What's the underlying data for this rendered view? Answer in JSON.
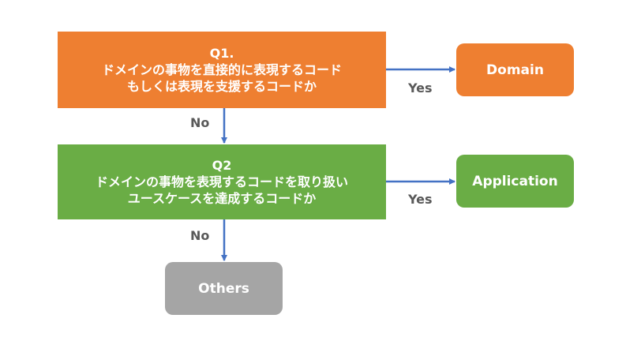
{
  "q1": {
    "title": "Q1.",
    "line1": "ドメインの事物を直接的に表現するコード",
    "line2": "もしくは表現を支援するコードか"
  },
  "q2": {
    "title": "Q2",
    "line1": "ドメインの事物を表現するコードを取り扱い",
    "line2": "ユースケースを達成するコードか"
  },
  "outcomes": {
    "domain": "Domain",
    "application": "Application",
    "others": "Others"
  },
  "edges": {
    "yes1": "Yes",
    "yes2": "Yes",
    "no1": "No",
    "no2": "No"
  },
  "colors": {
    "orange": "#ee7f31",
    "green": "#6aad45",
    "gray": "#a5a5a5",
    "arrow": "#4472c4",
    "edge_label": "#595959"
  }
}
